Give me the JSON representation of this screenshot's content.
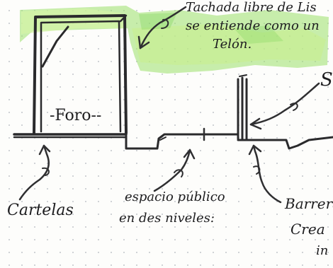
{
  "annotations": {
    "tachada_line1": "Tachada libre de Lis",
    "tachada_line2": "se entiende como un",
    "tachada_line3": "Telón.",
    "foro": "-Foro--",
    "cartelas": "Cartelas",
    "espacio_line1": "espacio público",
    "espacio_line2": "en des niveles:",
    "barrera_line1": "Barrera",
    "barrera_line2": "Crea",
    "barrera_line3": "in",
    "s_letter": "S"
  },
  "colors": {
    "ink": "#2a2a2c",
    "highlighter": "#9be06a",
    "highlighter_light": "#d6f4a6",
    "dot_grid": "#c9ccd0",
    "paper": "#fdfdfb"
  }
}
